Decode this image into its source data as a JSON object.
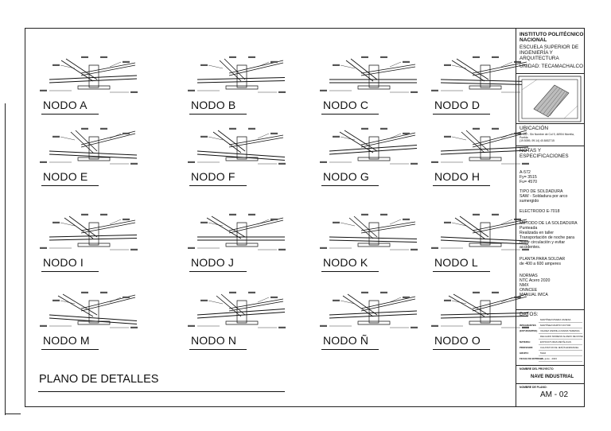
{
  "drawing": {
    "title": "PLANO DE DETALLES",
    "nodes": [
      {
        "label": "NODO A"
      },
      {
        "label": "NODO B"
      },
      {
        "label": "NODO C"
      },
      {
        "label": "NODO D"
      },
      {
        "label": "NODO E"
      },
      {
        "label": "NODO F"
      },
      {
        "label": "NODO G"
      },
      {
        "label": "NODO H"
      },
      {
        "label": "NODO I"
      },
      {
        "label": "NODO J"
      },
      {
        "label": "NODO K"
      },
      {
        "label": "NODO L"
      },
      {
        "label": "NODO M"
      },
      {
        "label": "NODO N"
      },
      {
        "label": "NODO Ñ"
      },
      {
        "label": "NODO O"
      }
    ]
  },
  "panel": {
    "institution": {
      "line1": "INSTITUTO POLITÉCNICO",
      "line2": "NACIONAL",
      "line3": "ESCUELA SUPERIOR DE",
      "line4": "INGENIERÍA Y",
      "line5": "ARQUITECTURA",
      "line6": "UNIDAD: TECAMACHALCO"
    },
    "location": {
      "heading": "UBICACIÓN",
      "line1": "C. 152 - Sin Nombre de Col 9, 46904 Morelia,",
      "line2": "Puebla",
      "line3": "(19.5059,-99.14) 40.8452715"
    },
    "notes": {
      "heading1": "NOTAS Y",
      "heading2": "ESPECIFICACIONES",
      "steel1": "A-572",
      "steel2": "Fy= 3515",
      "steel3": "Fu= 4570",
      "weld_type_title": "TIPO DE SOLDADURA",
      "weld_type1": "SAW - Soldadura por arco",
      "weld_type2": "sumergido",
      "electrode": "ELECTRODO E-7018",
      "method_title": "MÉTODO DE LA SOLDADURA",
      "method1": "Punteada",
      "method2": "Realizada en taller",
      "method3": "Transportación de noche para",
      "method4": "mejor circulación y evitar",
      "method5": "accidentes.",
      "plant1": "PLANTA PARA SOLDAR",
      "plant2": "de 400 a 600 amperes",
      "norms_title": "NORMAS",
      "norm1": "NTC Acero 2020",
      "norm2": "NMX",
      "norm3": "ONNCEE",
      "norm4": "MANUAL IMCA"
    },
    "data": {
      "heading": "DATOS:",
      "rows": [
        {
          "label": "",
          "value": "MARTÍNEZ RIVERA VANESA"
        },
        {
          "label": "INTEGRANTES",
          "value": "MARTÍNEZ MARTIN VICTOR"
        },
        {
          "label": "(ESTUDIANTES)",
          "value": "VALDEZ ZARRILLA MARIA TERESSA"
        },
        {
          "label": "",
          "value": "DELGADO MORENO ALVARO DE ROSE"
        },
        {
          "label": "MATERIA:",
          "value": "ESTRUCTURAS METÁLICAS"
        },
        {
          "label": "PROFESOR:",
          "value": "CALATAYUD DE JESÚS ENMANUEL"
        },
        {
          "label": "GRUPO:",
          "value": "5SA6"
        },
        {
          "label": "FECHA DE ENTREGA:",
          "value": "28 - junio - 2023"
        }
      ]
    },
    "project": {
      "label": "NOMBRE DEL PROYECTO",
      "name": "NAVE INDUSTRIAL",
      "plan_label": "NOMBRE DE PLANO:",
      "plan_code": "AM - 02"
    }
  }
}
